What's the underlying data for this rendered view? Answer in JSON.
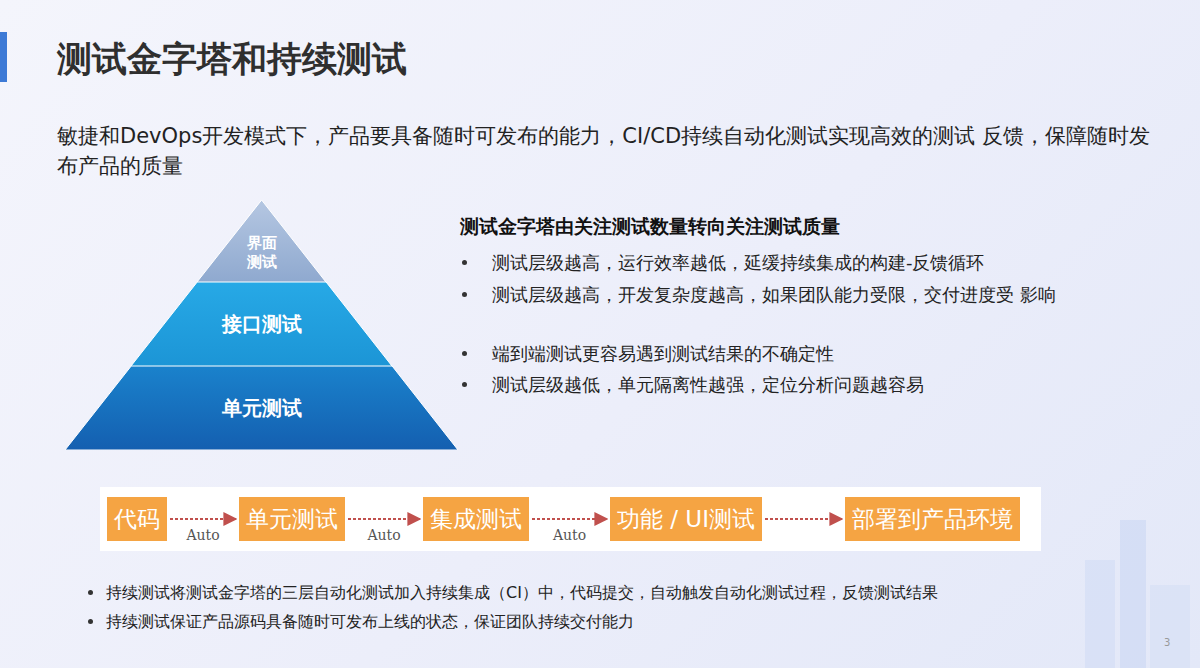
{
  "diagram": {
    "title": "测试金字塔和持续测试",
    "nodes": [
      {
        "text": [
          "界面 测试"
        ]
      },
      {
        "text": [
          "接口测试"
        ]
      },
      {
        "text": [
          "单元测试"
        ]
      },
      {
        "text": [
          "代码"
        ]
      },
      {
        "text": [
          "单元测试"
        ]
      },
      {
        "text": [
          "集成测试"
        ]
      },
      {
        "text": [
          "功能 / UI测试"
        ]
      },
      {
        "text": [
          "部署到产品环境"
        ]
      }
    ],
    "edges": [
      {
        "from": 3,
        "to": 4,
        "arrow": "to",
        "label": "Auto"
      },
      {
        "from": 4,
        "to": 5,
        "arrow": "to",
        "label": "Auto"
      },
      {
        "from": 5,
        "to": 6,
        "arrow": "to",
        "label": "Auto"
      },
      {
        "from": 6,
        "to": 7,
        "arrow": "to"
      }
    ],
    "labels": [
      "敏捷和DevOps开发模式下，产品要具备随时可发布的能力，CI/CD持续自动化测试实现高效的测试 反馈，保障随时发布产品的质量",
      "测试金字塔由关注测试数量转向关注测试质量",
      "测试层级越高，运行效率越低，延缓持续集成的构建-反馈循环",
      "测试层级越高，开发复杂度越高，如果团队能力受限，交付进度受 影响",
      "端到端测试更容易遇到测试结果的不确定性",
      "测试层级越低，单元隔离性越强，定位分析问题越容易",
      "持续测试将测试金字塔的三层自动化测试加入持续集成（CI）中，代码提交，自动触发自动化测试过程，反馈测试结果",
      "持续测试保证产品源码具备随时可发布上线的状态，保证团队持续交付能力",
      "3"
    ]
  }
}
